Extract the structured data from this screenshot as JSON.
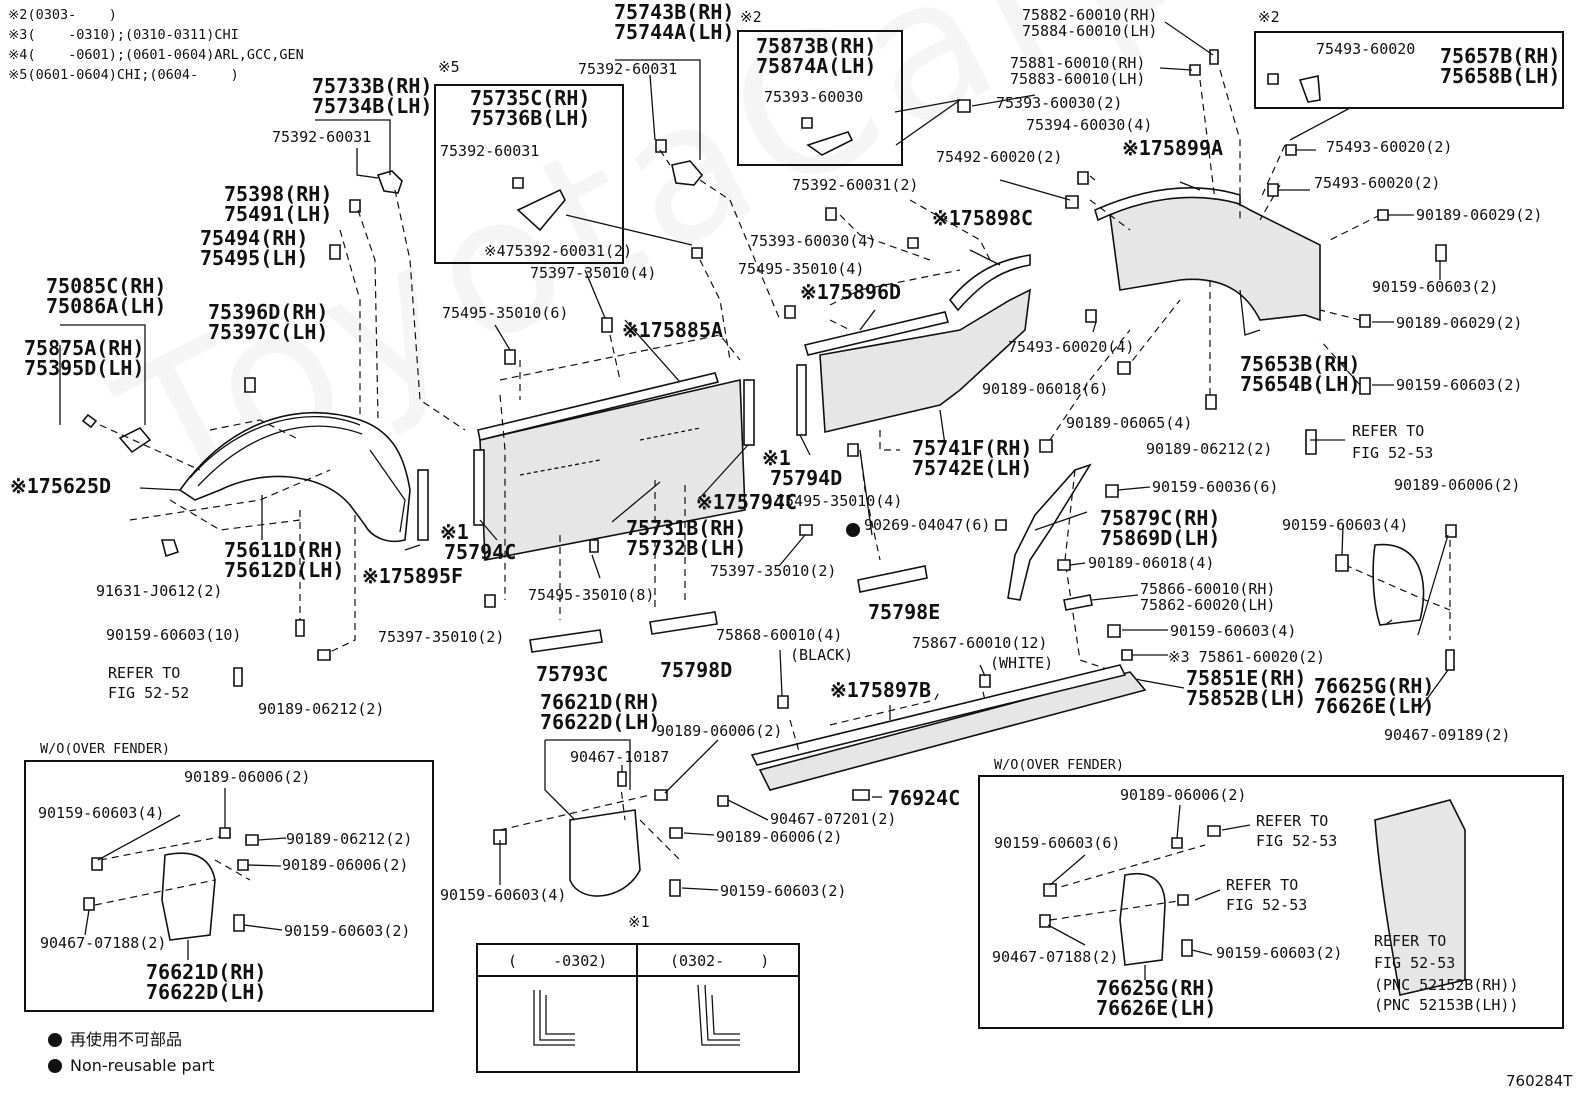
{
  "watermark": "ToyotaCarparts",
  "figure_id": "760284T",
  "notes": {
    "n2": "※2(0303-    )",
    "n3": "※3(    -0310);(0310-0311)CHI",
    "n4": "※4(    -0601);(0601-0604)ARL,GCC,GEN",
    "n5": "※5(0601-0604)CHI;(0604-    )"
  },
  "section_marks": {
    "s5": "※5",
    "s2a": "※2",
    "s2b": "※2",
    "s1_bottom": "※1"
  },
  "labels": {
    "l75733B": "75733B(RH)",
    "l75734B": "75734B(LH)",
    "l75392a": "75392-60031",
    "l75398": "75398(RH)",
    "l75491": "75491(LH)",
    "l75494": "75494(RH)",
    "l75495": "75495(LH)",
    "l75085C": "75085C(RH)",
    "l75086A": "75086A(LH)",
    "l75875A": "75875A(RH)",
    "l75395D": "75395D(LH)",
    "l75396D": "75396D(RH)",
    "l75397C": "75397C(LH)",
    "l75625D": "※175625D",
    "l75611D": "75611D(RH)",
    "l75612D": "75612D(LH)",
    "l75895F": "※175895F",
    "l91631": "91631-J0612(2)",
    "l90159_10": "90159-60603(10)",
    "l_refer1a": "REFER TO",
    "l_refer1b": "FIG 52-52",
    "l90189_06212": "90189-06212(2)",
    "l75735C": "75735C(RH)",
    "l75736B": "75736B(LH)",
    "l75392b": "75392-60031",
    "l75743B": "75743B(RH)",
    "l75744A": "75744A(LH)",
    "l75392c": "75392-60031",
    "l475392": "※475392-60031(2)",
    "l75397_4": "75397-35010(4)",
    "l75495_6": "75495-35010(6)",
    "l75885A": "※175885A",
    "l75794Ca": "※1",
    "l75794Cb": "75794C",
    "l75731B": "75731B(RH)",
    "l75732B": "75732B(LH)",
    "l75794C2": "※175794C",
    "l75495_8": "75495-35010(8)",
    "l75397_2a": "75397-35010(2)",
    "l75793C": "75793C",
    "l75798D": "75798D",
    "l75873B": "75873B(RH)",
    "l75874A": "75874A(LH)",
    "l75393a": "75393-60030",
    "l75392_31_2": "75392-60031(2)",
    "l75393_4": "75393-60030(4)",
    "l75495_4a": "75495-35010(4)",
    "l75896D": "※175896D",
    "l75898C": "※175898C",
    "l75794Dm": "※1",
    "l75794D": "75794D",
    "l75495_4b": "75495-35010(4)",
    "l90269": "90269-04047(6)",
    "l75397_2b": "75397-35010(2)",
    "l75798E": "75798E",
    "l75741F": "75741F(RH)",
    "l75742E": "75742E(LH)",
    "l75882": "75882-60010(RH)",
    "l75884": "75884-60010(LH)",
    "l75881": "75881-60010(RH)",
    "l75883": "75883-60010(LH)",
    "l75393_2": "75393-60030(2)",
    "l75394": "75394-60030(4)",
    "l75492": "75492-60020(2)",
    "l75899A": "※175899A",
    "l75493_4": "75493-60020(4)",
    "l75493box": "75493-60020",
    "l75657B": "75657B(RH)",
    "l75658B": "75658B(LH)",
    "l75493_2a": "75493-60020(2)",
    "l75493_2b": "75493-60020(2)",
    "l90189_06029a": "90189-06029(2)",
    "l90159_2a": "90159-60603(2)",
    "l90189_06029b": "90189-06029(2)",
    "l75653B": "75653B(RH)",
    "l75654B": "75654B(LH)",
    "l90159_2b": "90159-60603(2)",
    "l_refer2a": "REFER TO",
    "l_refer2b": "FIG 52-53",
    "l90189_06018_6": "90189-06018(6)",
    "l90189_06065": "90189-06065(4)",
    "l90189_06212b": "90189-06212(2)",
    "l90159_60036": "90159-60036(6)",
    "l75879C": "75879C(RH)",
    "l75869D": "75869D(LH)",
    "l90189_06018_4": "90189-06018(4)",
    "l75866": "75866-60010(RH)",
    "l75862": "75862-60020(LH)",
    "l90159_4a": "90159-60603(4)",
    "l75861": "※3 75861-60020(2)",
    "l75851E": "75851E(RH)",
    "l75852B": "75852B(LH)",
    "l90189_06006a": "90189-06006(2)",
    "l90159_4b": "90159-60603(4)",
    "l76625Ga": "76625G(RH)",
    "l76626Ea": "76626E(LH)",
    "l90467_09189": "90467-09189(2)",
    "l75868": "75868-60010(4)",
    "l75868b": "(BLACK)",
    "l75867": "75867-60010(12)",
    "l75867b": "(WHITE)",
    "l75897B": "※175897B",
    "l76621Da": "76621D(RH)",
    "l76622Da": "76622D(LH)",
    "l90467_10187": "90467-10187",
    "l90189_06006b": "90189-06006(2)",
    "l90467_07201": "90467-07201(2)",
    "l90189_06006c": "90189-06006(2)",
    "l76924C": "76924C",
    "l90159_4c": "90159-60603(4)",
    "l90159_2c": "90159-60603(2)",
    "wo1": "W/O(OVER FENDER)",
    "b1_90189_06006": "90189-06006(2)",
    "b1_90159_4": "90159-60603(4)",
    "b1_90189_06212": "90189-06212(2)",
    "b1_90189_06006b": "90189-06006(2)",
    "b1_90467": "90467-07188(2)",
    "b1_90159_2": "90159-60603(2)",
    "b1_76621D": "76621D(RH)",
    "b1_76622D": "76622D(LH)",
    "t_col1": "(    -0302)",
    "t_col2": "(0302-    )",
    "wo2": "W/O(OVER FENDER)",
    "b2_90189": "90189-06006(2)",
    "b2_refer1a": "REFER TO",
    "b2_refer1b": "FIG 52-53",
    "b2_90159_6": "90159-60603(6)",
    "b2_refer2a": "REFER TO",
    "b2_refer2b": "FIG 52-53",
    "b2_90467": "90467-07188(2)",
    "b2_90159_2": "90159-60603(2)",
    "b2_76625G": "76625G(RH)",
    "b2_76626E": "76626E(LH)",
    "b2_refer3a": "REFER TO",
    "b2_refer3b": "FIG 52-53",
    "b2_pnc1": "(PNC 52152B(RH))",
    "b2_pnc2": "(PNC 52153B(LH))"
  },
  "legend": {
    "jp": "再使用不可部品",
    "en": "Non-reusable part"
  }
}
